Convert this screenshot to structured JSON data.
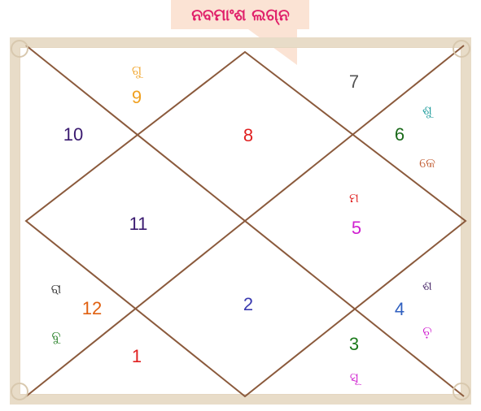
{
  "title": "ନବମାଂଶ ଲଗ୍ନ",
  "colors": {
    "title": "#e0206a",
    "lines": "#8b5a3c",
    "frame": "#e8dcc8"
  },
  "houses": [
    {
      "id": "h1",
      "number": "1",
      "color": "#e02020"
    },
    {
      "id": "h2",
      "number": "2",
      "color": "#3a3ab0"
    },
    {
      "id": "h3",
      "number": "3",
      "color": "#1b7a1b"
    },
    {
      "id": "h4",
      "number": "4",
      "color": "#3060c0"
    },
    {
      "id": "h5",
      "number": "5",
      "color": "#d020d0"
    },
    {
      "id": "h6",
      "number": "6",
      "color": "#1b6a1b"
    },
    {
      "id": "h7",
      "number": "7",
      "color": "#555555"
    },
    {
      "id": "h8",
      "number": "8",
      "color": "#e02020"
    },
    {
      "id": "h9",
      "number": "9",
      "color": "#f0a020"
    },
    {
      "id": "h10",
      "number": "10",
      "color": "#3a1a70"
    },
    {
      "id": "h11",
      "number": "11",
      "color": "#3a1a70"
    },
    {
      "id": "h12",
      "number": "12",
      "color": "#e06010"
    }
  ],
  "planets": [
    {
      "id": "p-gu",
      "text": "ଗୁ",
      "color": "#f0a020"
    },
    {
      "id": "p-shu",
      "text": "ଶୁ",
      "color": "#1a9a9a"
    },
    {
      "id": "p-ke",
      "text": "କେ",
      "color": "#c05a30"
    },
    {
      "id": "p-ma",
      "text": "ମ",
      "color": "#e02020"
    },
    {
      "id": "p-ra",
      "text": "ରା",
      "color": "#333333"
    },
    {
      "id": "p-bu",
      "text": "ବୁ",
      "color": "#1b7a1b"
    },
    {
      "id": "p-sha",
      "text": "ଶ",
      "color": "#4a2a6a"
    },
    {
      "id": "p-chan",
      "text": "ଚ଼",
      "color": "#d020d0"
    },
    {
      "id": "p-su",
      "text": "ସୂ",
      "color": "#d020d0"
    }
  ]
}
